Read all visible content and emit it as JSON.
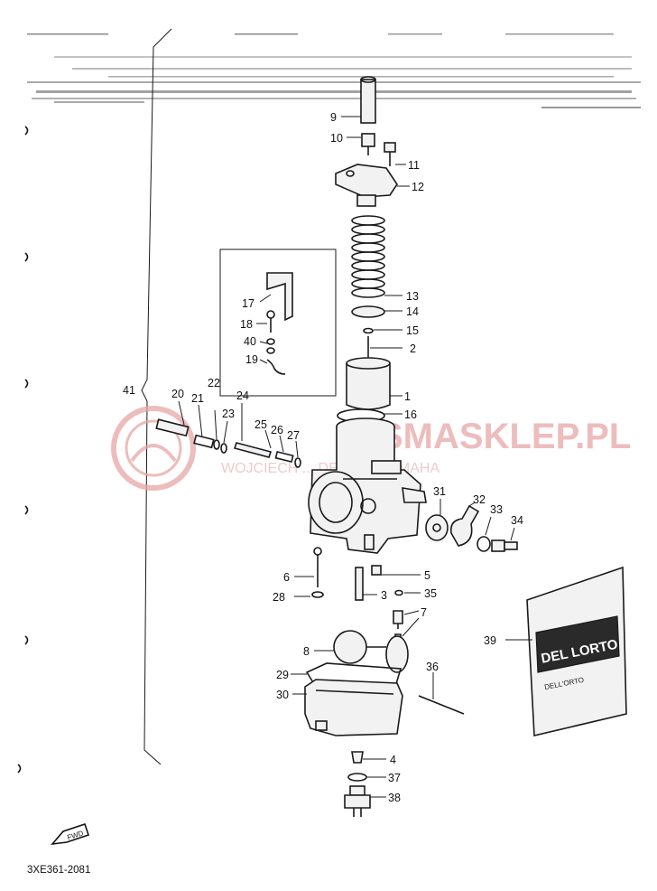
{
  "watermark": {
    "site": "SMASKLEP.PL",
    "tagline": "WOJCIECH ... DEALER YAMAHA"
  },
  "diagram_code": "3XE361-2081",
  "fwd_icon_text": "FWD",
  "bag_label": {
    "brand": "DEL LORTO",
    "sub": "DELL'ORTO"
  },
  "parts": [
    {
      "no": "1"
    },
    {
      "no": "2"
    },
    {
      "no": "3"
    },
    {
      "no": "4"
    },
    {
      "no": "5"
    },
    {
      "no": "6"
    },
    {
      "no": "7"
    },
    {
      "no": "8"
    },
    {
      "no": "9"
    },
    {
      "no": "10"
    },
    {
      "no": "11"
    },
    {
      "no": "12"
    },
    {
      "no": "13"
    },
    {
      "no": "14"
    },
    {
      "no": "15"
    },
    {
      "no": "16"
    },
    {
      "no": "17"
    },
    {
      "no": "18"
    },
    {
      "no": "19"
    },
    {
      "no": "20"
    },
    {
      "no": "21"
    },
    {
      "no": "22"
    },
    {
      "no": "23"
    },
    {
      "no": "24"
    },
    {
      "no": "25"
    },
    {
      "no": "26"
    },
    {
      "no": "27"
    },
    {
      "no": "28"
    },
    {
      "no": "29"
    },
    {
      "no": "30"
    },
    {
      "no": "31"
    },
    {
      "no": "32"
    },
    {
      "no": "33"
    },
    {
      "no": "34"
    },
    {
      "no": "35"
    },
    {
      "no": "36"
    },
    {
      "no": "37"
    },
    {
      "no": "38"
    },
    {
      "no": "39"
    },
    {
      "no": "40"
    },
    {
      "no": "41"
    }
  ],
  "colors": {
    "ink": "#1a1a1a",
    "watermark": "#e8a6a6"
  }
}
